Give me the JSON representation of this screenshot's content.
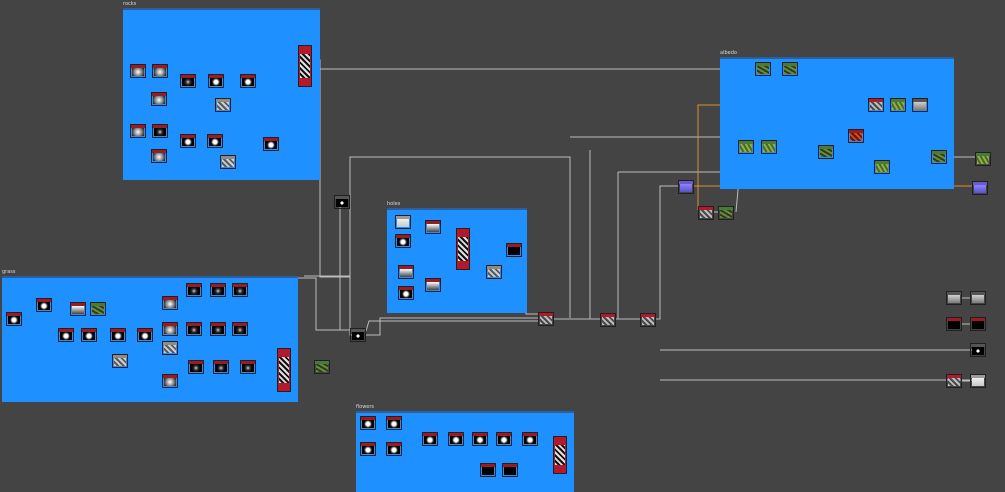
{
  "canvas": {
    "background": "#444444",
    "wire_color": "#bdbdbd",
    "wire_accent": "#d9922e"
  },
  "frames": {
    "rocks": {
      "title": "rocks",
      "color": "#1e90ff"
    },
    "grass": {
      "title": "grass",
      "color": "#1e90ff"
    },
    "holes": {
      "title": "holes",
      "color": "#1e90ff"
    },
    "flowers": {
      "title": "flowers",
      "color": "#1e90ff"
    },
    "albedo": {
      "title": "albedo",
      "color": "#1e90ff"
    }
  },
  "node_styles": {
    "gradient": {
      "header": "#9a1b26",
      "thumb": "radial-gradient(circle,#ffffff 0%,#9a9a9a 45%,#111 100%)"
    },
    "blob": {
      "header": "#9a1b26",
      "thumb": "radial-gradient(circle,#ffffff 0%,#ffffff 25%,#000 55%)"
    },
    "dark": {
      "header": "#9a1b26",
      "thumb": "radial-gradient(circle,#cfcfcf 0%,#333 30%,#000 60%)"
    },
    "grey": {
      "header": "#555555",
      "thumb": "linear-gradient(#d0d0d0,#7a7a7a)"
    },
    "noise": {
      "header": "#8c8c8c",
      "thumb": "repeating-linear-gradient(45deg,#cfcfcf 0 2px,#5a5a5a 2px 4px)"
    },
    "spots": {
      "header": "#555555",
      "thumb": "radial-gradient(circle,#ffffff 0 20%,#000 25%)"
    },
    "green": {
      "header": "#4a7a3a",
      "thumb": "repeating-linear-gradient(30deg,#6b8a3a 0 2px,#2d3d1c 2px 4px)"
    },
    "greenlight": {
      "header": "#4a7a3a",
      "thumb": "repeating-linear-gradient(60deg,#8ab04a 0 2px,#4d6a22 2px 4px)"
    },
    "redflower": {
      "header": "#9a1b26",
      "thumb": "repeating-linear-gradient(45deg,#d8461c 0 2px,#5a1a0c 2px 4px)"
    },
    "purple": {
      "header": "#6a5acd",
      "thumb": "linear-gradient(#8c84ff,#5a52c8)"
    },
    "redhdr": {
      "header": "#b3182b",
      "thumb": "repeating-linear-gradient(45deg,#bdbdbd 0 2px,#4a4a4a 2px 4px)"
    },
    "white": {
      "header": "#9a9a9a",
      "thumb": "linear-gradient(#f0f0f0,#c8c8c8)"
    },
    "black": {
      "header": "#9a1b26",
      "thumb": "linear-gradient(#000,#000)"
    },
    "gradbar": {
      "header": "#9a1b26",
      "thumb": "linear-gradient(#ffffff,#444)"
    }
  }
}
